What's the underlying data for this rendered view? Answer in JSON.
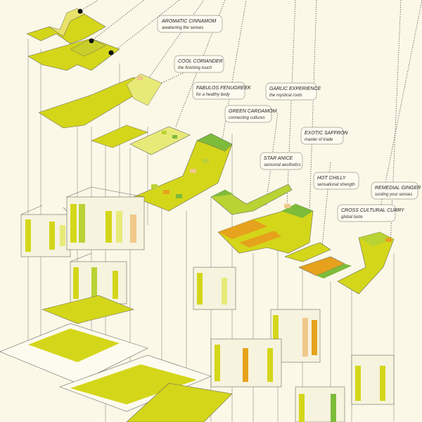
{
  "labels": [
    {
      "title": "AROMATIC CINNAMOM",
      "subtitle": "awakening the senses"
    },
    {
      "title": "COOL CORIANDER",
      "subtitle": "the finishing touch"
    },
    {
      "title": "FABULOS FENUGREEK",
      "subtitle": "for a healthy body"
    },
    {
      "title": "GARLIC EXPERIENCE",
      "subtitle": "the mystical roots"
    },
    {
      "title": "GREEN CARDAMOM",
      "subtitle": "connecting cultures"
    },
    {
      "title": "EXOTIC SAFFRON",
      "subtitle": "master of trade"
    },
    {
      "title": "STAR ANICE",
      "subtitle": "sensorial aesthetics"
    },
    {
      "title": "HOT CHILLY",
      "subtitle": "sensational strength"
    },
    {
      "title": "REMEDIAL GINGER",
      "subtitle": "sooting your senses"
    },
    {
      "title": "CROSS CULTURAL CURRY",
      "subtitle": "global taste"
    }
  ],
  "colors": {
    "background": "#fbf8e8",
    "yellow_green": "#d4d61a",
    "lime": "#b9d234",
    "green": "#7dbb3a",
    "orange": "#e6a21c",
    "pale_orange": "#f0c98a",
    "line": "#6b6b5e"
  }
}
